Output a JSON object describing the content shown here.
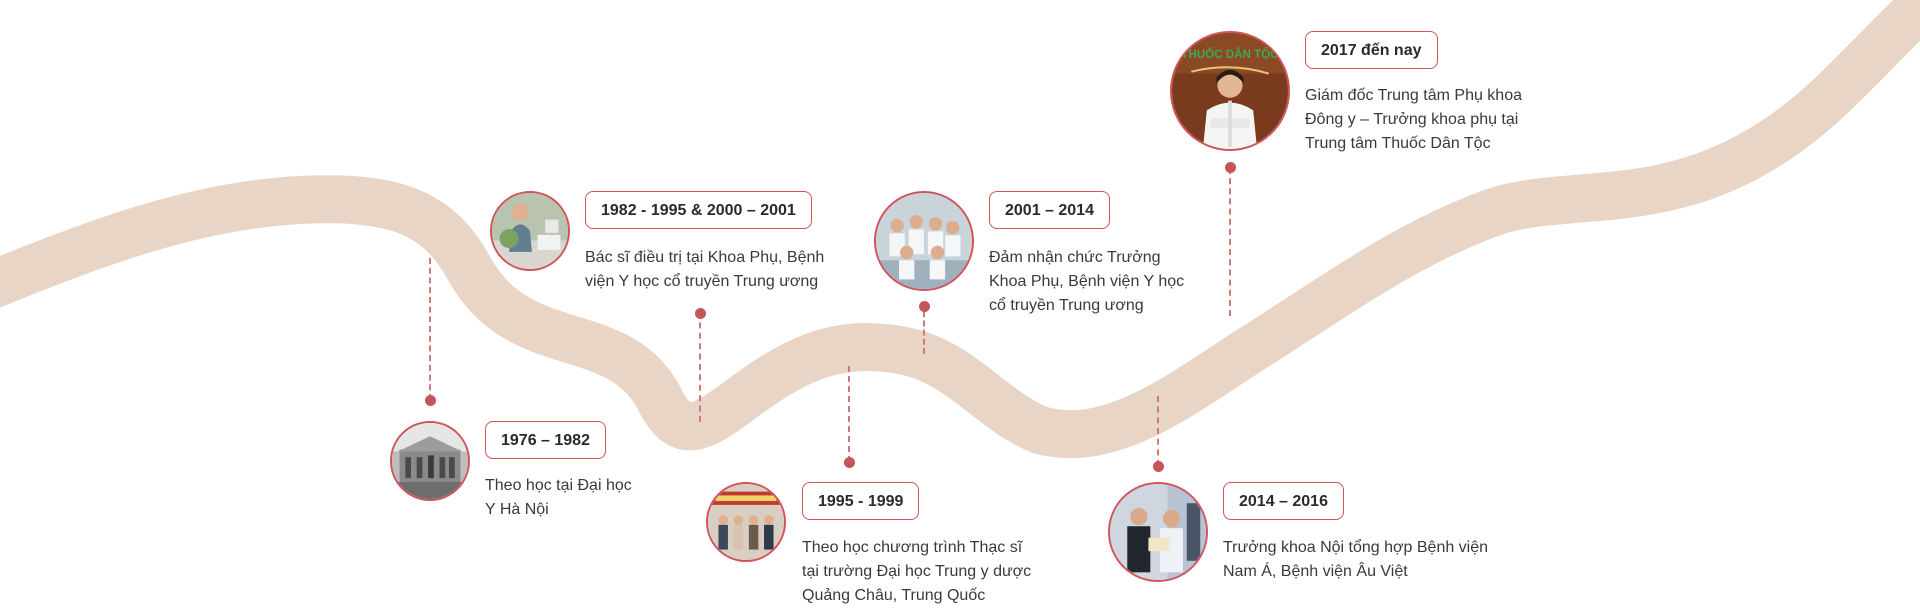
{
  "colors": {
    "ribbon": "#e8d5c5",
    "accent": "#d0545a",
    "connector": "#cf7a7a",
    "text": "#2a2a2a"
  },
  "milestones": [
    {
      "period": "1976 – 1982",
      "description_lines": [
        "Theo học tại Đại học",
        "Y Hà Nội"
      ],
      "photo_icon": "university-building-photo-icon"
    },
    {
      "period": "1982 - 1995 & 2000 – 2001",
      "description_lines": [
        "Bác sĩ điều trị tại Khoa Phụ, Bệnh",
        "viện Y học cổ truyền Trung ương"
      ],
      "photo_icon": "doctor-at-desk-photo-icon"
    },
    {
      "period": "1995 - 1999",
      "description_lines": [
        "Theo học chương trình Thạc sĩ",
        "tại trường Đại học Trung y dược",
        "Quảng Châu, Trung Quốc"
      ],
      "photo_icon": "graduation-group-photo-icon"
    },
    {
      "period": "2001 – 2014",
      "description_lines": [
        "Đảm nhận chức Trưởng",
        "Khoa Phụ, Bệnh viện Y học",
        "cổ truyền Trung ương"
      ],
      "photo_icon": "medical-staff-group-photo-icon"
    },
    {
      "period": "2014 – 2016",
      "description_lines": [
        "Trưởng khoa Nội tổng hợp Bệnh viện",
        "Nam Á, Bệnh viện Âu Việt"
      ],
      "photo_icon": "award-ceremony-photo-icon"
    },
    {
      "period": "2017 đến nay",
      "description_lines": [
        "Giám đốc Trung tâm Phụ khoa",
        "Đông y – Trưởng khoa phụ tại",
        "Trung tâm Thuốc Dân Tộc"
      ],
      "photo_icon": "doctor-portrait-photo-icon",
      "photo_sign_text": [
        "THUỐC DÂN TỘC"
      ]
    }
  ]
}
